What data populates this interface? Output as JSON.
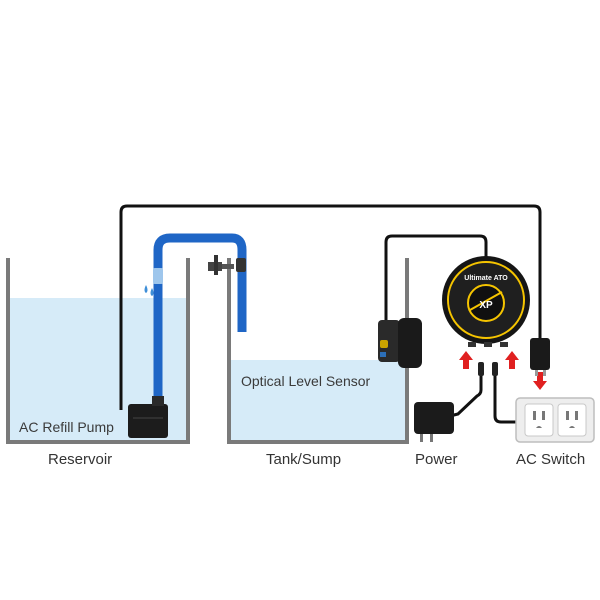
{
  "labels": {
    "ac_refill_pump": "AC Refill Pump",
    "optical_level_sensor": "Optical Level Sensor",
    "reservoir": "Reservoir",
    "tank_sump": "Tank/Sump",
    "power": "Power",
    "ac_switch": "AC Switch"
  },
  "controller": {
    "brand_text": "Ultimate ATO",
    "logo_text": "XP"
  },
  "colors": {
    "water": "#d6ebf8",
    "tank_wall": "#7a7a7a",
    "hose": "#1f66c6",
    "cable": "#111111",
    "arrow": "#e02020",
    "outlet": "#eeeeee",
    "controller_ring": "#f5c400"
  },
  "icons": [
    "water-drop-icon",
    "valve-icon",
    "red-arrow-icon",
    "power-plug-icon"
  ]
}
